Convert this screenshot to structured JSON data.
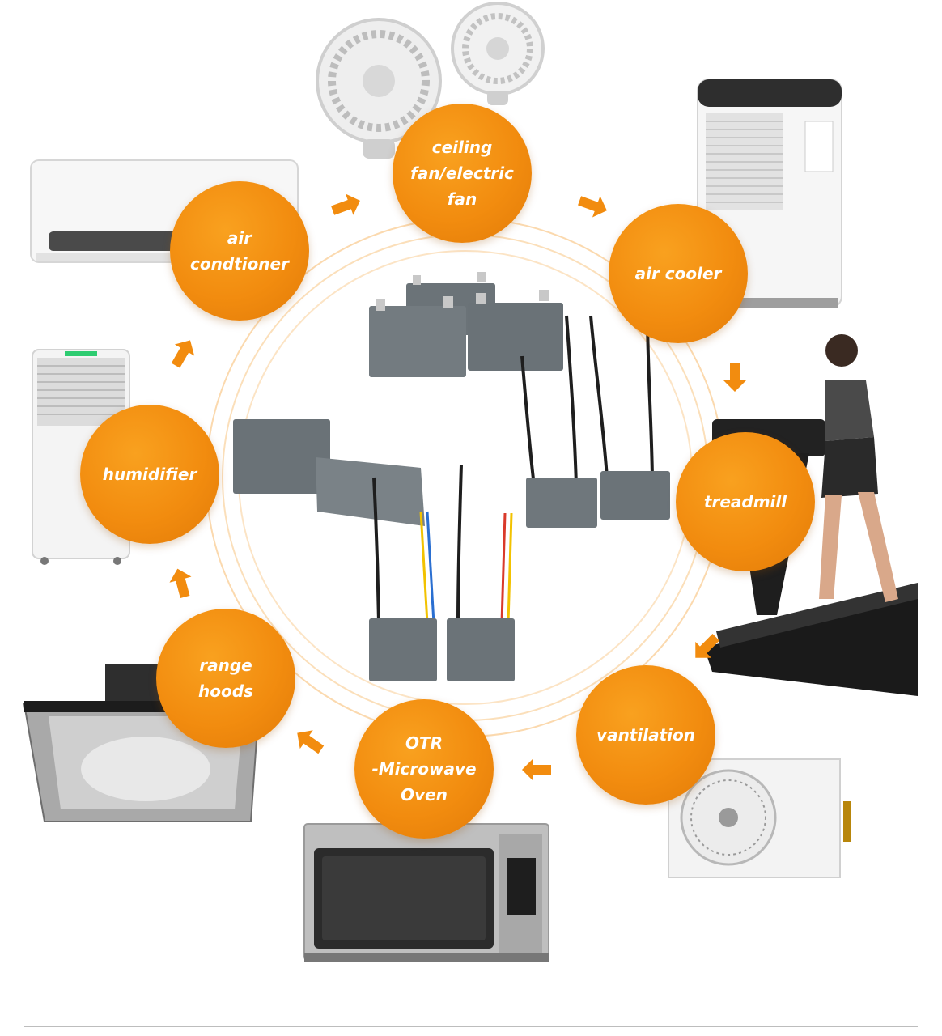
{
  "applications": [
    {
      "id": "ceiling-fan",
      "label": "ceiling\nfan/electric\nfan"
    },
    {
      "id": "air-cooler",
      "label": "air cooler"
    },
    {
      "id": "treadmill",
      "label": "treadmill"
    },
    {
      "id": "ventilation",
      "label": "vantilation"
    },
    {
      "id": "microwave",
      "label": "OTR\n-Microwave\nOven"
    },
    {
      "id": "range-hoods",
      "label": "range\nhoods"
    },
    {
      "id": "humidifier",
      "label": "humidifier"
    },
    {
      "id": "air-conditioner",
      "label": "air\ncondtioner"
    }
  ],
  "colors": {
    "bubble": "#f28c0f",
    "arrow": "#f28c0f",
    "ring": "#f9c98c",
    "capacitor": "#6b7378"
  },
  "icons": [
    "fan-icon",
    "dehumidifier-icon",
    "treadmill-icon",
    "ac-outdoor-unit-icon",
    "microwave-icon",
    "range-hood-icon",
    "humidifier-icon",
    "air-conditioner-icon",
    "capacitor-icon"
  ]
}
